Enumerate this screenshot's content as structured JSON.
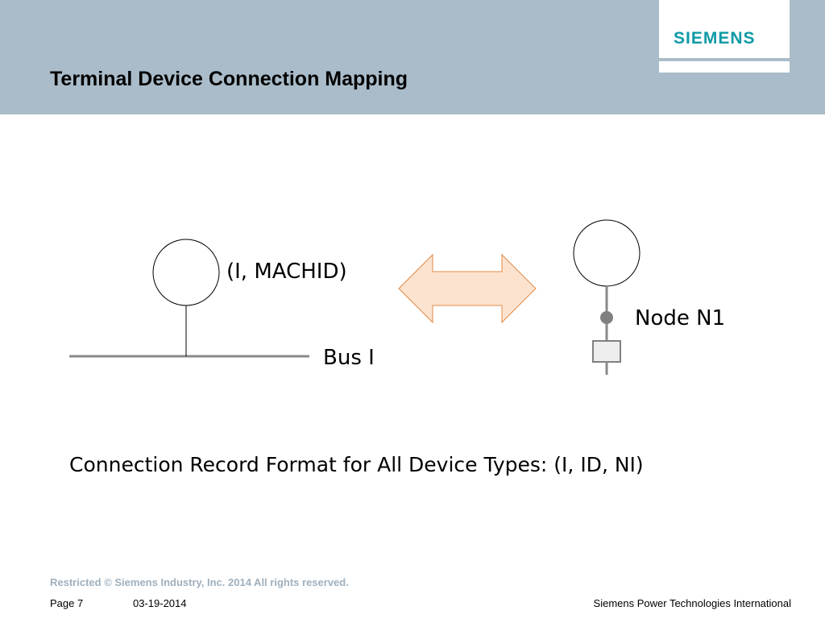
{
  "header": {
    "title": "Terminal Device Connection Mapping",
    "logo": "SIEMENS",
    "background_color": "#aabcc9",
    "logo_color": "#0f9aa6"
  },
  "diagram": {
    "left_device_label": "(I, MACHID)",
    "bus_label": "Bus I",
    "node_label": "Node N1",
    "arrow_fill": "#fbe3cf",
    "arrow_stroke": "#e08a48"
  },
  "record_format": "Connection Record Format for All Device Types:  (I, ID, NI)",
  "footer": {
    "restricted": "Restricted © Siemens Industry, Inc. 2014 All rights reserved.",
    "page": "Page 7",
    "date": "03-19-2014",
    "company": "Siemens Power Technologies International"
  }
}
